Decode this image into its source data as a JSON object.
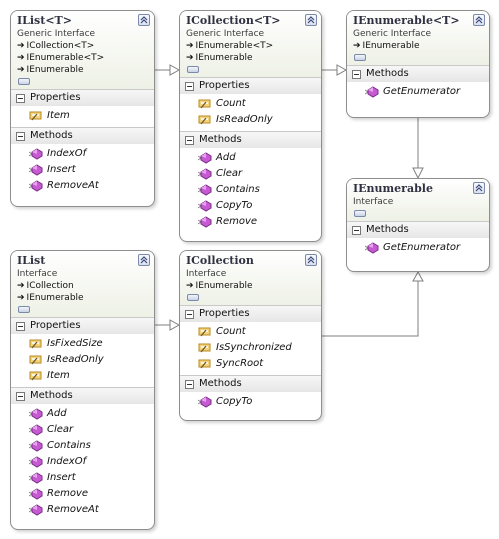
{
  "colors": {
    "border": "#8e8e8e",
    "connector": "#7f7f7f",
    "method_icon": "#b14bbf",
    "property_icon": "#d9a64a",
    "header_gradient_end": "#eef1e6"
  },
  "compartments": {
    "properties_label": "Properties",
    "methods_label": "Methods"
  },
  "icons": {
    "inherit": "inherit-arrow-icon",
    "method": "method-icon",
    "property": "property-icon",
    "collapse": "collapse-chevron-icon",
    "compartment_toggle": "minus-icon"
  },
  "boxes": {
    "ilist_generic": {
      "title": "IList<T>",
      "stereotype": "Generic Interface",
      "inherits": [
        "ICollection<T>",
        "IEnumerable<T>",
        "IEnumerable"
      ],
      "properties": [
        "Item"
      ],
      "methods": [
        "IndexOf",
        "Insert",
        "RemoveAt"
      ]
    },
    "icollection_generic": {
      "title": "ICollection<T>",
      "stereotype": "Generic Interface",
      "inherits": [
        "IEnumerable<T>",
        "IEnumerable"
      ],
      "properties": [
        "Count",
        "IsReadOnly"
      ],
      "methods": [
        "Add",
        "Clear",
        "Contains",
        "CopyTo",
        "Remove"
      ]
    },
    "ienumerable_generic": {
      "title": "IEnumerable<T>",
      "stereotype": "Generic Interface",
      "inherits": [
        "IEnumerable"
      ],
      "methods": [
        "GetEnumerator"
      ]
    },
    "ienumerable": {
      "title": "IEnumerable",
      "stereotype": "Interface",
      "methods": [
        "GetEnumerator"
      ]
    },
    "ilist": {
      "title": "IList",
      "stereotype": "Interface",
      "inherits": [
        "ICollection",
        "IEnumerable"
      ],
      "properties": [
        "IsFixedSize",
        "IsReadOnly",
        "Item"
      ],
      "methods": [
        "Add",
        "Clear",
        "Contains",
        "IndexOf",
        "Insert",
        "Remove",
        "RemoveAt"
      ]
    },
    "icollection": {
      "title": "ICollection",
      "stereotype": "Interface",
      "inherits": [
        "IEnumerable"
      ],
      "properties": [
        "Count",
        "IsSynchronized",
        "SyncRoot"
      ],
      "methods": [
        "CopyTo"
      ]
    }
  }
}
